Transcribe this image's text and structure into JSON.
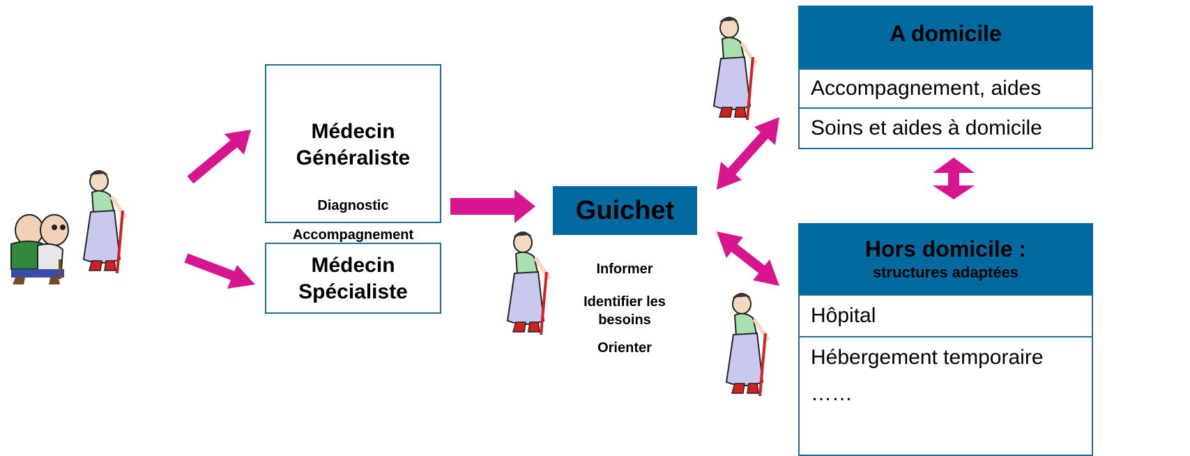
{
  "generaliste": {
    "title_line1": "Médecin",
    "title_line2": "Généraliste",
    "subtitle": "Diagnostic"
  },
  "accompagnement": "Accompagnement",
  "specialiste": {
    "title_line1": "Médecin",
    "title_line2": "Spécialiste"
  },
  "guichet": {
    "title": "Guichet",
    "actions": [
      "Informer",
      "Identifier les",
      "besoins",
      "Orienter"
    ]
  },
  "domicile": {
    "title": "A domicile",
    "items": [
      "Accompagnement, aides",
      "Soins et aides à domicile"
    ]
  },
  "hors_domicile": {
    "title": "Hors domicile :",
    "subtitle": "structures adaptées",
    "items": [
      "Hôpital",
      "Hébergement temporaire",
      "……"
    ]
  },
  "colors": {
    "arrow": "#d6158e",
    "header_blue": "#036aa0",
    "border_blue": "#1d6b96"
  },
  "icons": [
    "elderly-couple-icon",
    "elderly-woman-cane-icon"
  ]
}
